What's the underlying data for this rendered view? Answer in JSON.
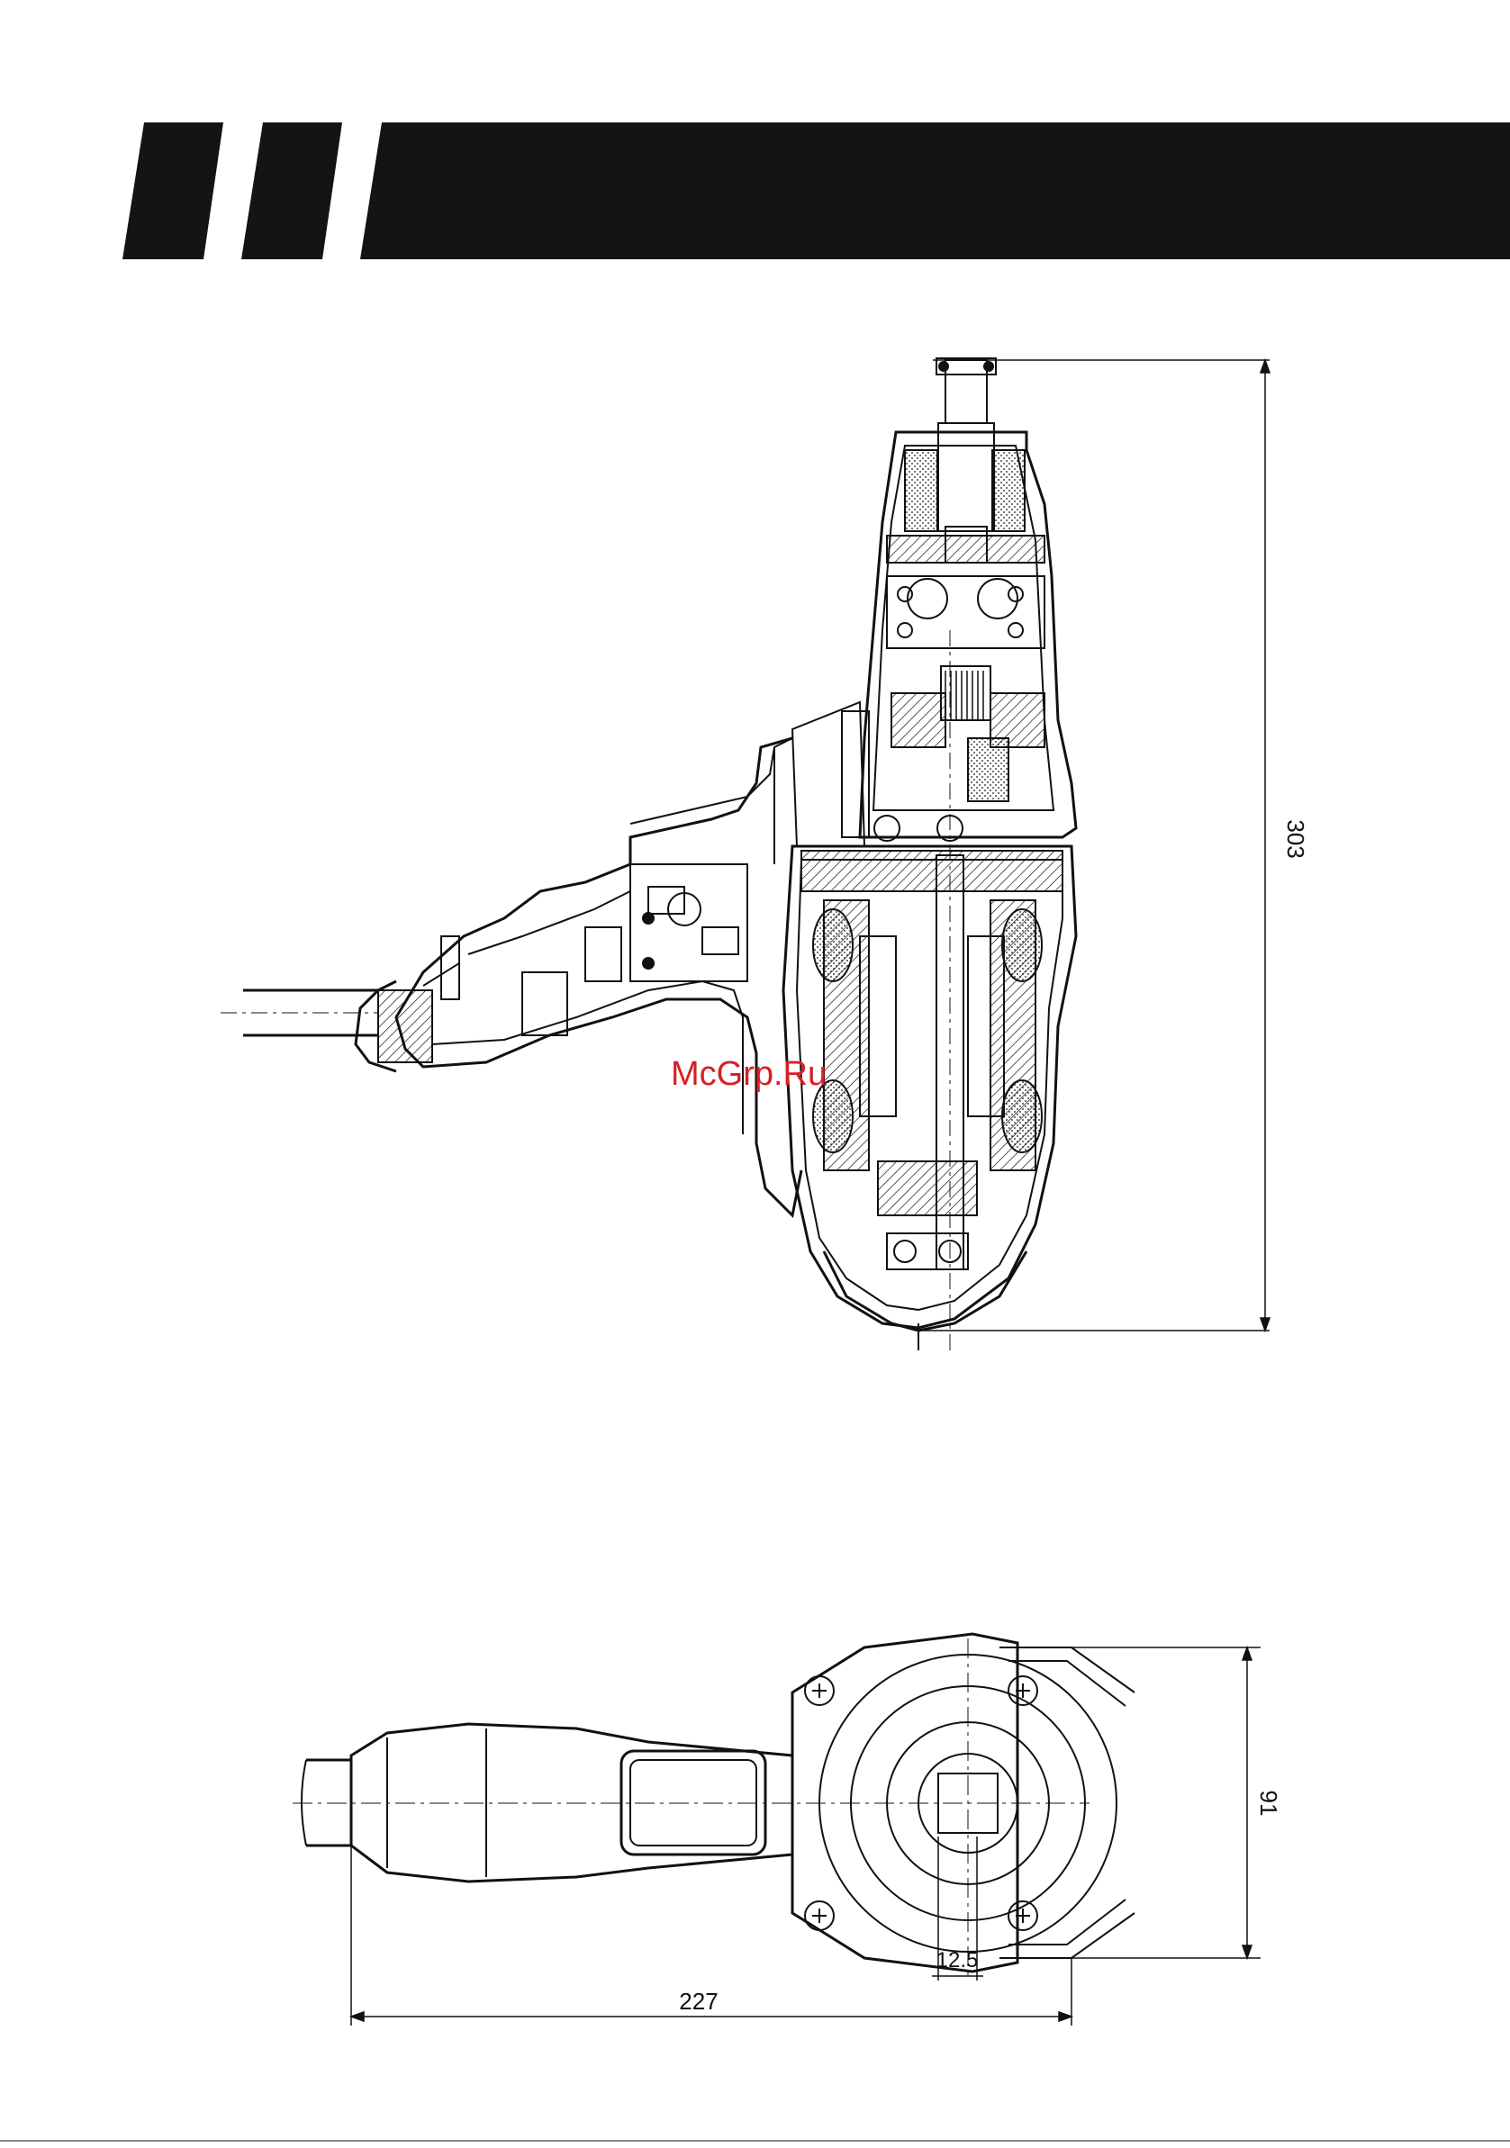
{
  "header_bar": {
    "color": "#141414"
  },
  "watermark": {
    "text": "McGrp.Ru",
    "color": "#d81f26"
  },
  "side_view": {
    "dimension_height": "303"
  },
  "top_view": {
    "dimension_width": "91",
    "dimension_length": "227",
    "dimension_square_drive": "12.5"
  }
}
